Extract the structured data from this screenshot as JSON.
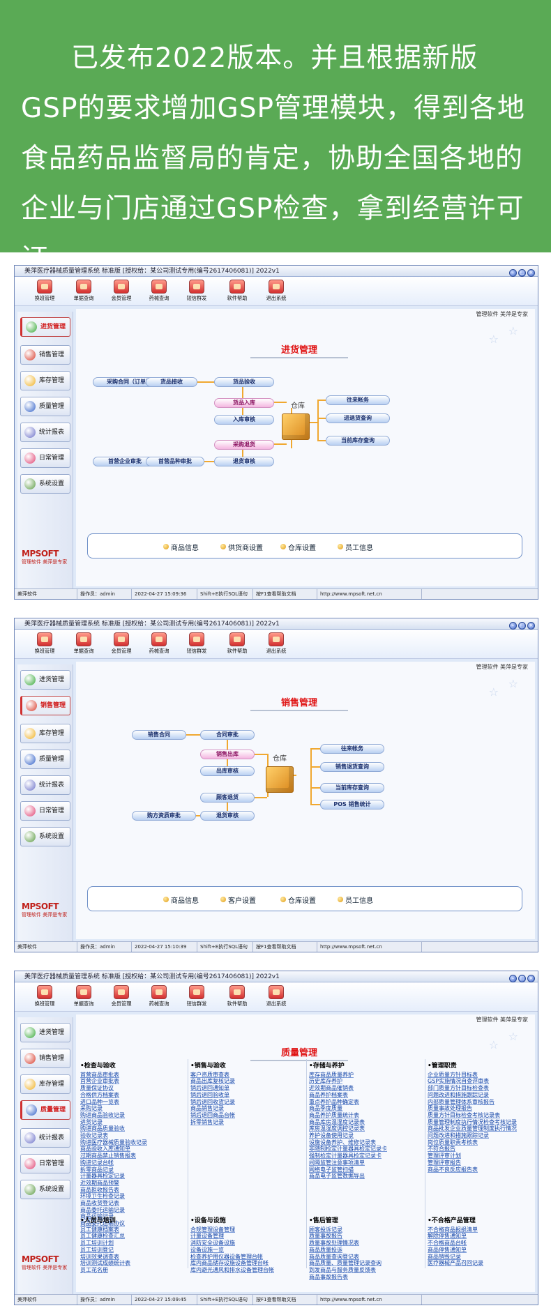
{
  "banner": {
    "text": "已发布2022版本。并且根据新版GSP的要求增加GSP管理模块，得到各地食品药品监督局的肯定，协助全国各地的企业与门店通过GSP检查，拿到经营许可证"
  },
  "app": {
    "title": "美萍医疗器械质量管理系统 标准版 [授权给：某公司测试专用(编号2617406081)]  2022v1",
    "tagline": "管理软件 美萍是专家",
    "logo_brand": "MPSOFT",
    "logo_slogan": "管理软件 美萍是专家",
    "toolbar": [
      "换班管理",
      "单据查询",
      "会员管理",
      "药械查询",
      "短信群发",
      "软件帮助",
      "退出系统"
    ],
    "sidebar": [
      "进货管理",
      "销售管理",
      "库存管理",
      "质量管理",
      "统计报表",
      "日常管理",
      "系统设置"
    ]
  },
  "windows": [
    {
      "active_index": 0,
      "content_title": "进货管理",
      "warehouse_label": "仓库",
      "nodes": [
        "采购合同（订单）",
        "货品接收",
        "货品验收",
        "货品入库",
        "入库审核",
        "采购退货",
        "退货审核",
        "首营企业审批",
        "首营品种审批",
        "往来帐务",
        "进退货查询",
        "当前库存查询"
      ],
      "bottom_links": [
        "商品信息",
        "供货商设置",
        "仓库设置",
        "员工信息"
      ],
      "status": [
        "美萍软件",
        "操作员：admin",
        "2022-04-27  15:09:36",
        "Shift+E执行SQL语句",
        "按F1查看帮助文档",
        "http://www.mpsoft.net.cn"
      ]
    },
    {
      "active_index": 1,
      "content_title": "销售管理",
      "warehouse_label": "仓库",
      "nodes": [
        "销售合同",
        "合同审批",
        "销售出库",
        "出库审核",
        "顾客退货",
        "退货审核",
        "购方资质审批",
        "往来帐务",
        "销售退货查询",
        "当前库存查询",
        "POS 销售统计"
      ],
      "bottom_links": [
        "商品信息",
        "客户设置",
        "仓库设置",
        "员工信息"
      ],
      "status": [
        "美萍软件",
        "操作员：admin",
        "2022-04-27  15:10:39",
        "Shift+E执行SQL语句",
        "按F1查看帮助文档",
        "http://www.mpsoft.net.cn"
      ]
    },
    {
      "active_index": 3,
      "content_title": "质量管理",
      "groups": [
        {
          "title": "•检查与验收",
          "items": [
            "首营商品审批表",
            "首营企业审批表",
            "质量保证协议",
            "合格供方档案表",
            "进口品种一览表",
            "采购记录",
            "购进商品验收记录",
            "进货记录",
            "购进商品质量验收",
            "验收记录表",
            "购进医疗器械质量验收记录",
            "商品验收入库通知单",
            "过期商品禁止销售报表",
            "购进记录台帐",
            "拆零商品记录",
            "计量器具检定记录",
            "近效期商品预警",
            "商品拒收报告表",
            "环境卫生检查记录",
            "商品收货登记表",
            "商品委托运输记录",
            "商品运输记录",
            "商品委托运输协议"
          ]
        },
        {
          "title": "•销售与验收",
          "items": [
            "客户资质审查表",
            "商品出库复核记录",
            "销后退回通知单",
            "销后退回验收单",
            "销后退回收货记录",
            "商品销售记录",
            "销后退回商品台帐",
            "拆零销售记录"
          ]
        },
        {
          "title": "•存储与养护",
          "items": [
            "库存商品质量养护",
            "历史库存养护",
            "近效期商品催销表",
            "商品养护档案表",
            "重点养护品种确定表",
            "商品季度质量",
            "商品养护质量统计表",
            "商品库房温湿度记录表",
            "库房温湿度调控记录表",
            "养护设备使用记录",
            "设施设备养护、维修记录表",
            "非随制检定计量器具检定记录卡",
            "强制检定计量器具检定记录卡",
            "间隔监管注意事项清单",
            "网络电子监管扫描",
            "商品电子监管数据导出"
          ]
        },
        {
          "title": "•管理职责",
          "items": [
            "企业质量方针目标表",
            "GSP实施情况自查评审表",
            "部门质量方针目标检查表",
            "问题改进和措施跟踪记录",
            "内部质量管理体系审核报告",
            "质量事故处理报告",
            "质量方针目标检查考核记录表",
            "质量管理制度执行情况检查考核记录",
            "商品批发企业质量管理制度执行情况",
            "问题改进和措施跟踪记录",
            "岗位质量职责考核表",
            "不符合报告",
            "管理评审计划",
            "管理评审报告",
            "商品不良反应报告表"
          ]
        },
        {
          "title": "•人员与培训",
          "items": [
            "员工健康档案表",
            "员工健康检查汇总",
            "员工培训计划",
            "员工培训登记",
            "培训效果调查表",
            "培训测试成绩统计表",
            "员工花名册"
          ]
        },
        {
          "title": "•设备与设施",
          "items": [
            "合规管理设备管理",
            "计量设备管理",
            "消防安全设备设施",
            "设备设施一览",
            "检查养护用仪器设备管理台帐",
            "库内商品储存设施设备管理台帐",
            "库内避光通风和排水设备管理台帐"
          ]
        },
        {
          "title": "•售后管理",
          "items": [
            "顾客投诉记录",
            "质量事故报告",
            "质量事故处理情况表",
            "商品质量投诉",
            "商品质量查询登记表",
            "商品质量、质量管理记录查询",
            "到发商品与服务质量反馈表",
            "商品事故报告表"
          ]
        },
        {
          "title": "•不合格产品管理",
          "items": [
            "不合格商品报损清单",
            "解除停售通知单",
            "不合格商品台帐",
            "商品停售通知单",
            "商品销毁记录",
            "医疗器械产品召回记录"
          ]
        }
      ],
      "status": [
        "美萍软件",
        "操作员：admin",
        "2022-04-27  15:09:45",
        "Shift+E执行SQL语句",
        "按F1查看帮助文档",
        "http://www.mpsoft.net.cn"
      ]
    }
  ]
}
